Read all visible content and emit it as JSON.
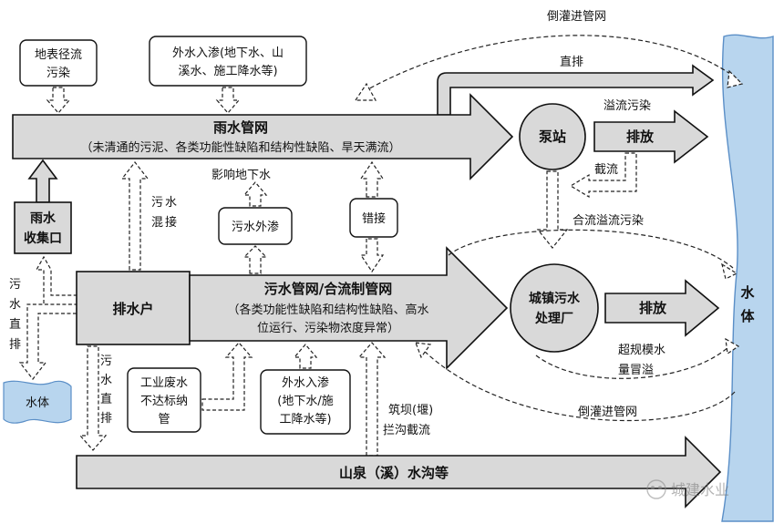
{
  "labels": {
    "daoguan_top": "倒灌进管网",
    "dimian": [
      "地表径流",
      "污染"
    ],
    "waishui_top": [
      "外水入渗(地下水、山",
      "溪水、施工降水等)"
    ],
    "zhipai": "直排",
    "yushui_title": "雨水管网",
    "yushui_sub": "（未清通的污泥、各类功能性缺陷和结构性缺陷、旱天满流）",
    "bengzhan": "泵站",
    "yiliu": "溢流污染",
    "paifang1": "排放",
    "jieliu": "截流",
    "yingxiang": "影响地下水",
    "wushui_hunjie": [
      "污",
      "水",
      "混",
      "接"
    ],
    "wushui_waishen": "污水外渗",
    "cuojie": "错接",
    "heliu_yiliu": "合流溢流污染",
    "yushui_shoujikou": [
      "雨水",
      "收集口"
    ],
    "wushui_zhipai_left": [
      "污",
      "水",
      "直",
      "排"
    ],
    "paishuihu": "排水户",
    "wushui_title": "污水管网/合流制管网",
    "wushui_sub": [
      "（各类功能性缺陷和结构性缺陷、高水",
      "位运行、污染物浓度异常）"
    ],
    "chengzhen": [
      "城镇污水",
      "处理厂"
    ],
    "paifang2": "排放",
    "shuiti_right": [
      "水",
      "体"
    ],
    "chaoguimo": [
      "超规模水",
      "量冒溢"
    ],
    "shuiti_left": "水体",
    "wushui_zhipai_mid": [
      "污",
      "水",
      "直",
      "排"
    ],
    "gongye": [
      "工业废水",
      "不达标纳",
      "管"
    ],
    "waishui_bottom": [
      "外水入渗",
      "(地下水/施",
      "工降水等)"
    ],
    "zhuba": [
      "筑坝(堰)",
      "拦沟截流"
    ],
    "daoguan_bottom": "倒灌进管网",
    "shanquan": "山泉（溪）水沟等",
    "watermark": "城建水业"
  },
  "colors": {
    "water_blue": "#b8d5ee",
    "water_edge": "#5b8fc7",
    "arrow_gray": "#d9d9d9"
  }
}
